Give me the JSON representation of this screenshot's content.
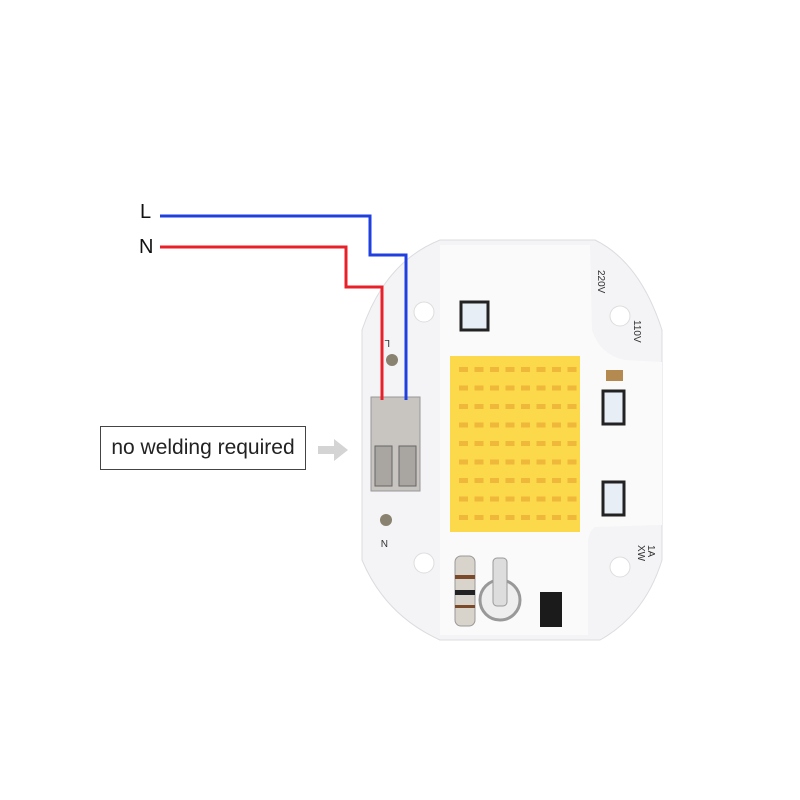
{
  "wires": {
    "line_label": "L",
    "neutral_label": "N",
    "line_color": "#1f3fe0",
    "neutral_color": "#e8202a"
  },
  "callout": {
    "text": "no welding required",
    "arrow_icon": "arrow-right-icon"
  },
  "board": {
    "silkscreen": [
      "220V",
      "110V",
      "1A",
      "XW",
      "L",
      "N"
    ],
    "led_color": "#fcd94a"
  }
}
